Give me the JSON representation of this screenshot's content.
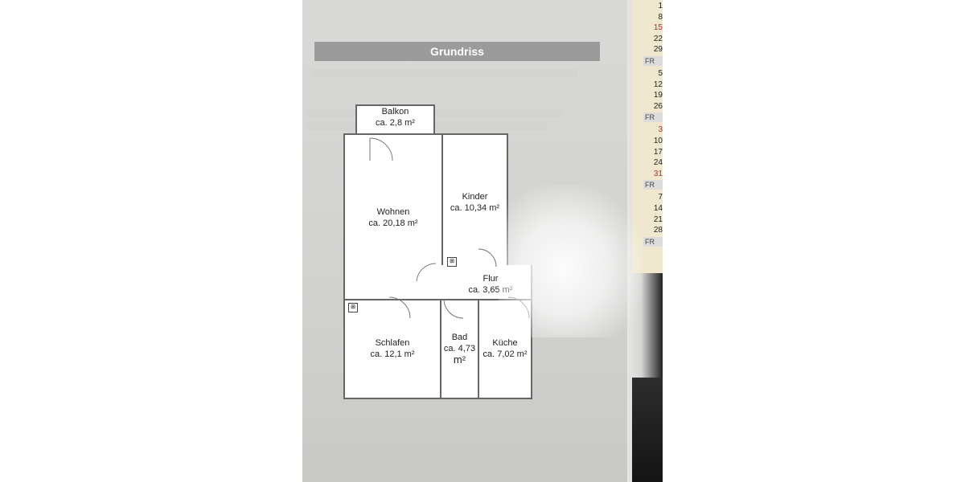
{
  "title": "Grundriss",
  "rooms": {
    "balkon": {
      "name": "Balkon",
      "area": "ca. 2,8 m²"
    },
    "wohnen": {
      "name": "Wohnen",
      "area": "ca. 20,18 m²"
    },
    "kinder": {
      "name": "Kinder",
      "area": "ca. 10,34 m²"
    },
    "flur": {
      "name": "Flur",
      "area": "ca. 3,65 m²"
    },
    "schlafen": {
      "name": "Schlafen",
      "area": "ca. 12,1 m²"
    },
    "bad": {
      "name": "Bad",
      "area_line1": "ca. 4,73",
      "area_line2": "m²"
    },
    "kueche": {
      "name": "Küche",
      "area": "ca. 7,02 m²"
    }
  },
  "calendar": [
    {
      "text": "1"
    },
    {
      "text": "8"
    },
    {
      "text": "15",
      "red": true
    },
    {
      "text": "22"
    },
    {
      "text": "29"
    },
    {
      "text": "FR",
      "fr": true
    },
    {
      "text": "5"
    },
    {
      "text": "12"
    },
    {
      "text": "19"
    },
    {
      "text": "26"
    },
    {
      "text": "FR",
      "fr": true
    },
    {
      "text": "3",
      "red": true
    },
    {
      "text": "10"
    },
    {
      "text": "17"
    },
    {
      "text": "24"
    },
    {
      "text": "31",
      "red": true
    },
    {
      "text": "FR",
      "fr": true
    },
    {
      "text": "7"
    },
    {
      "text": "14"
    },
    {
      "text": "21"
    },
    {
      "text": "28"
    },
    {
      "text": "FR",
      "fr": true
    }
  ]
}
